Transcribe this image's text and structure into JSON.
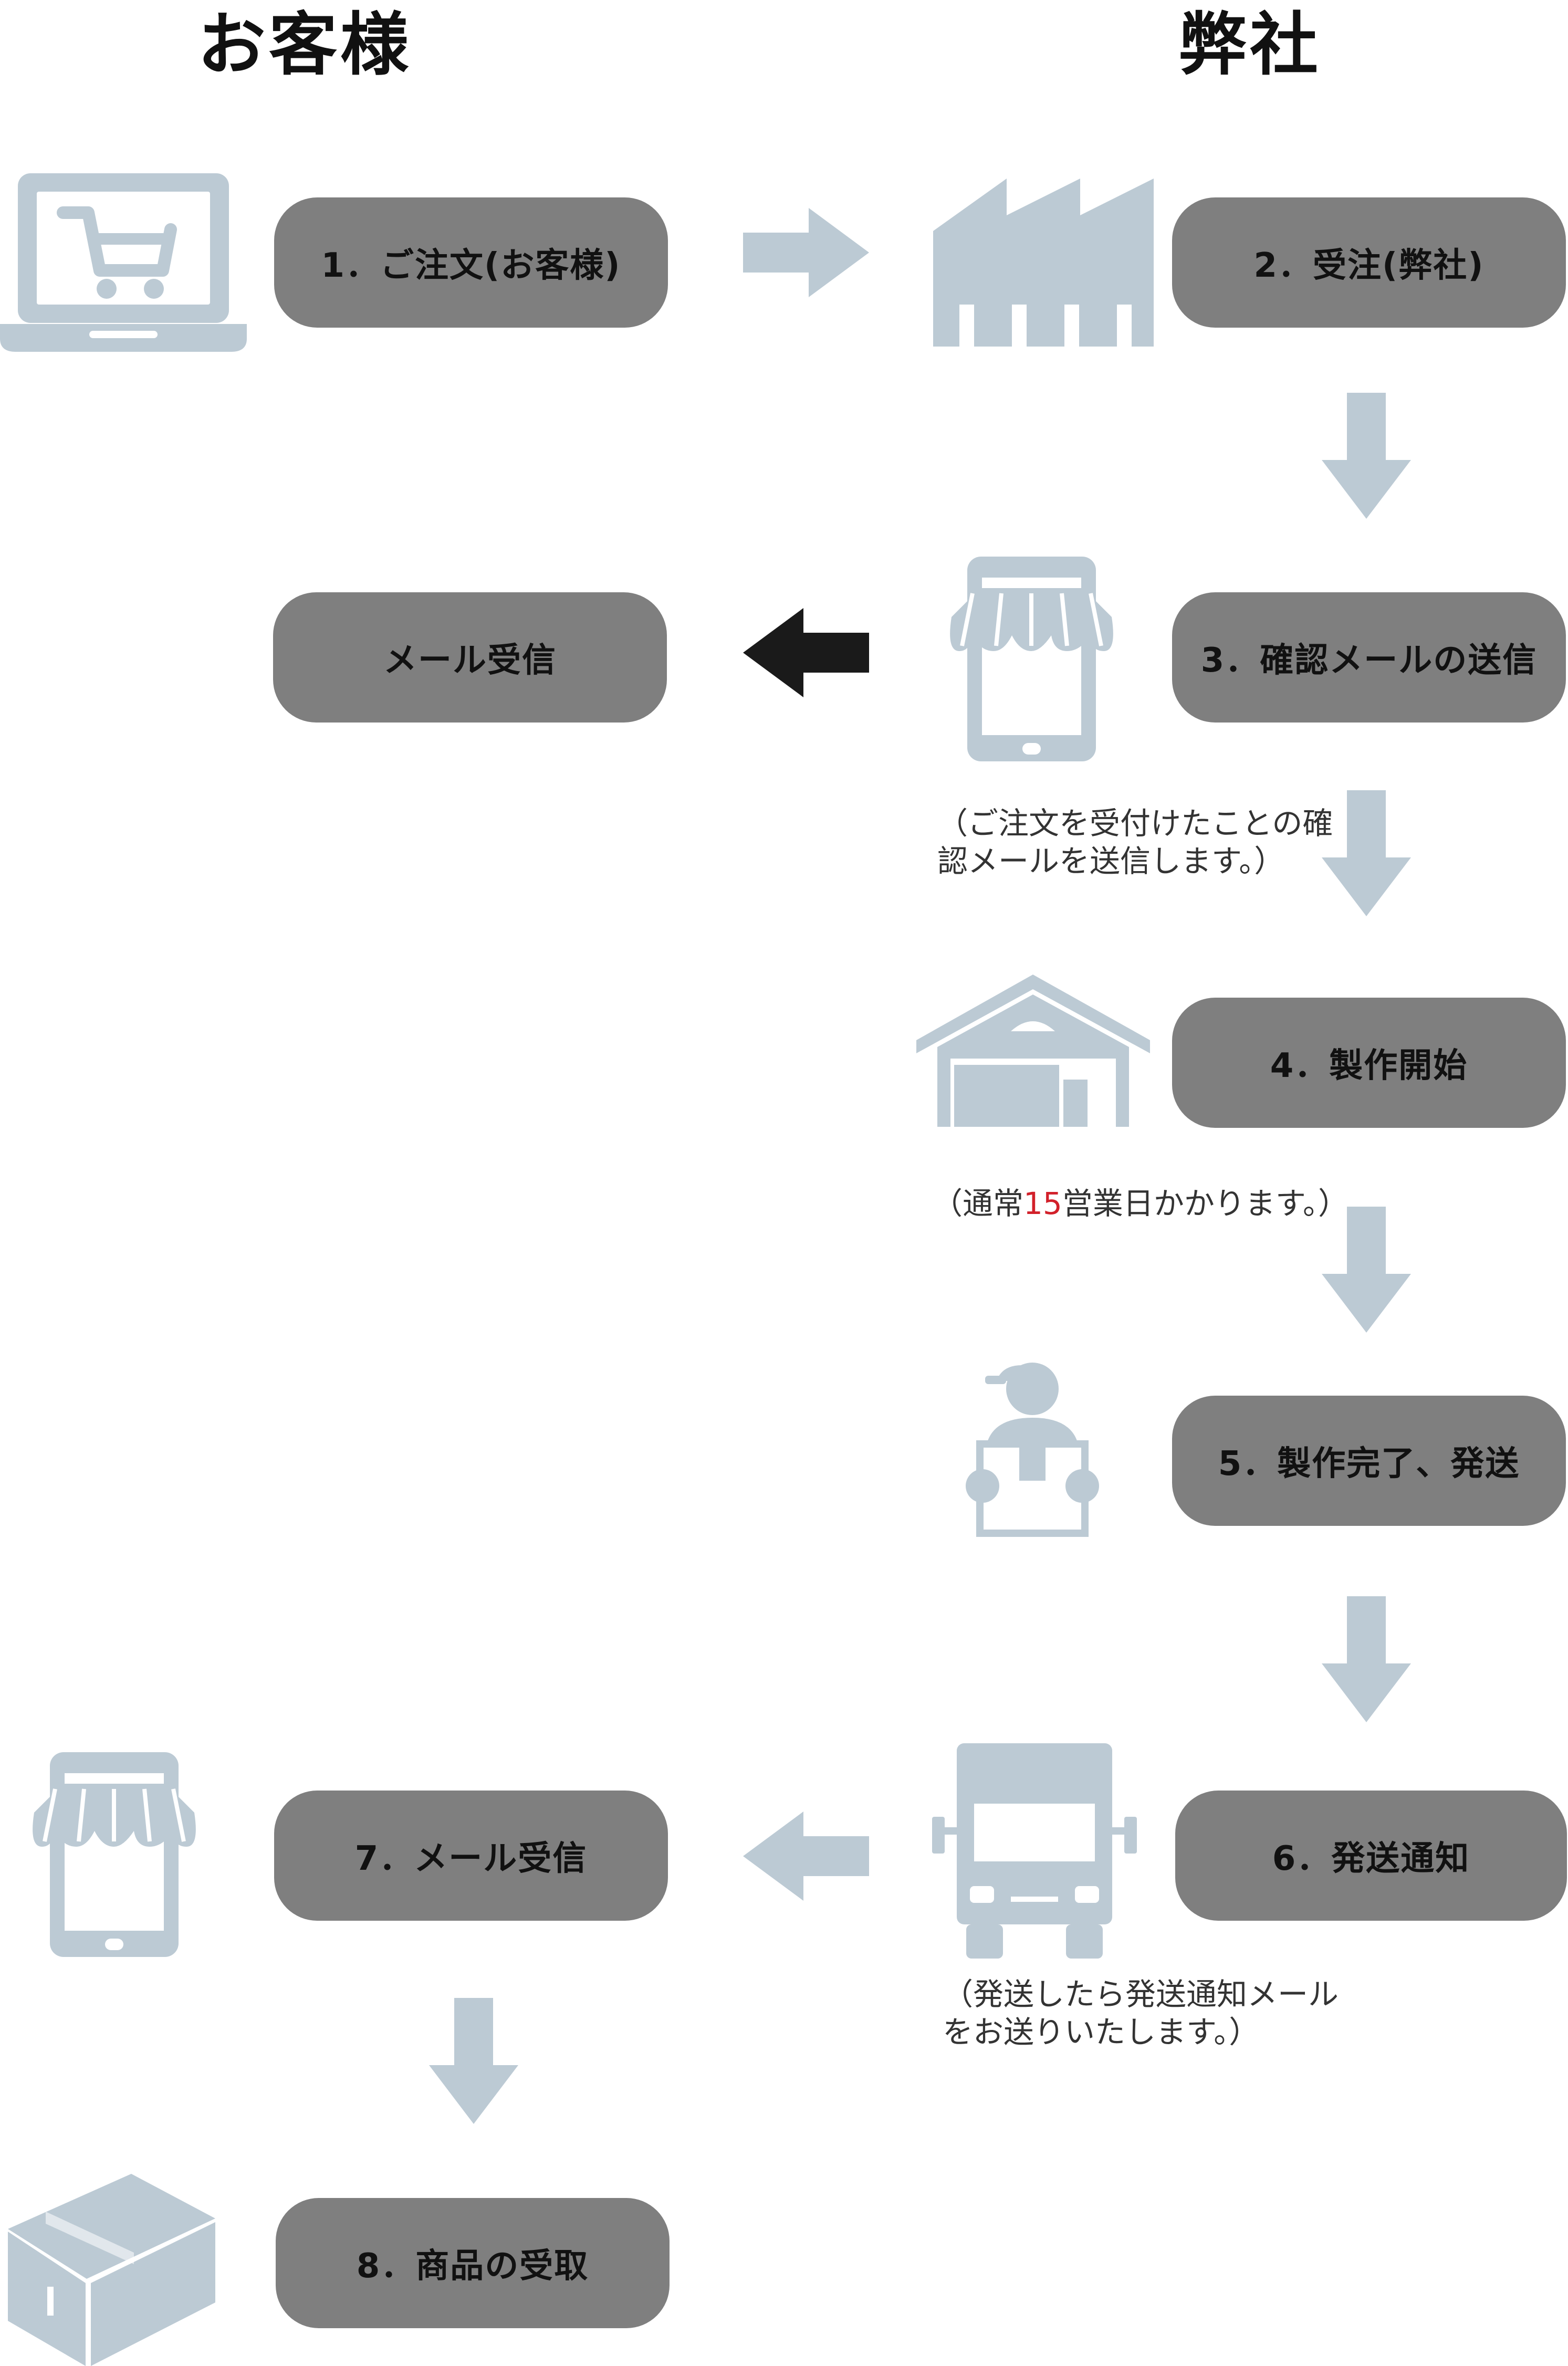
{
  "headers": {
    "customer": "お客様",
    "company": "弊社"
  },
  "steps": {
    "s1": "1．ご注文(お客様)",
    "s2": "2．受注(弊社)",
    "s3": "3．確認メールの送信",
    "s3c": "メール受信",
    "s4": "4．製作開始",
    "s5": "5．製作完了、発送",
    "s6": "6．発送通知",
    "s7": "7．メール受信",
    "s8": "8．商品の受取"
  },
  "notes": {
    "n3_line1": "（ご注文を受付けたことの確",
    "n3_line2": "認メールを送信します。）",
    "n4_pre": "（通常",
    "n4_num": "15",
    "n4_post": "営業日かかります。）",
    "n6_line1": "（発送したら発送通知メール",
    "n6_line2": "をお送りいたします。）"
  },
  "colors": {
    "icon": "#bccad4",
    "box": "#7f7f7f",
    "arrow_dark": "#1a1a1a",
    "highlight": "#d2202a"
  },
  "icons": [
    "laptop-cart-icon",
    "factory-icon",
    "tablet-store-icon",
    "warehouse-icon",
    "delivery-person-icon",
    "truck-icon",
    "package-icon"
  ]
}
